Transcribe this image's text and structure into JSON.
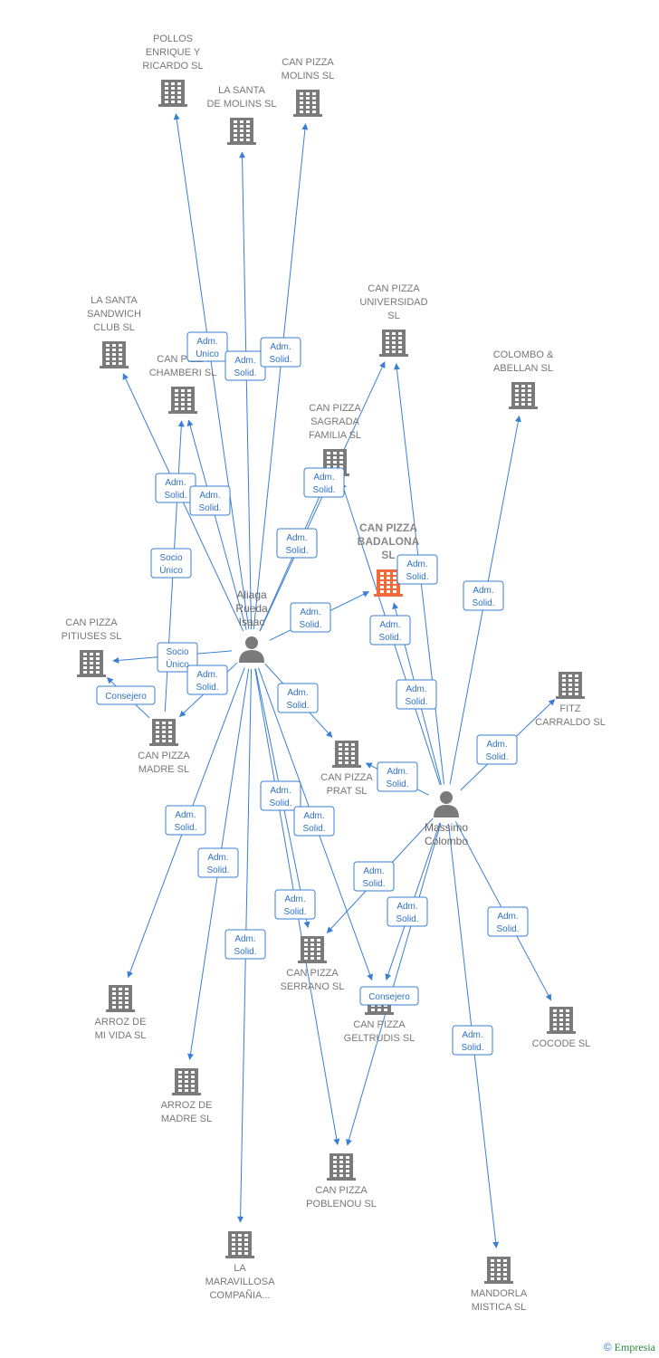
{
  "colors": {
    "edge": "#3a7fd4",
    "building": "#7a7a7a",
    "building_main": "#f26a3a",
    "person": "#7a7a7a"
  },
  "footer": {
    "copyright": "©",
    "brand": "Empresia"
  },
  "nodes": [
    {
      "id": "pollos",
      "kind": "company",
      "lines": [
        "POLLOS",
        "ENRIQUE Y",
        "RICARDO  SL"
      ]
    },
    {
      "id": "santa_molins",
      "kind": "company",
      "lines": [
        "LA SANTA",
        "DE MOLINS  SL"
      ]
    },
    {
      "id": "molins",
      "kind": "company",
      "lines": [
        "CAN PIZZA",
        "MOLINS  SL"
      ]
    },
    {
      "id": "sandwich",
      "kind": "company",
      "lines": [
        "LA SANTA",
        "SANDWICH",
        "CLUB  SL"
      ]
    },
    {
      "id": "chamberi",
      "kind": "company",
      "lines": [
        "CAN PIZZA",
        "CHAMBERI  SL"
      ]
    },
    {
      "id": "universidad",
      "kind": "company",
      "lines": [
        "CAN PIZZA",
        "UNIVERSIDAD",
        "SL"
      ]
    },
    {
      "id": "colombo_abellan",
      "kind": "company",
      "lines": [
        "COLOMBO &",
        "ABELLAN  SL"
      ]
    },
    {
      "id": "sagrada",
      "kind": "company",
      "lines": [
        "CAN PIZZA",
        "SAGRADA",
        "FAMILIA  SL"
      ]
    },
    {
      "id": "badalona",
      "kind": "main",
      "lines": [
        "CAN PIZZA",
        "BADALONA",
        "SL"
      ]
    },
    {
      "id": "aliaga",
      "kind": "person",
      "lines": [
        "Aliaga",
        "Rueda",
        "Isaac"
      ]
    },
    {
      "id": "pitiuses",
      "kind": "company",
      "lines": [
        "CAN PIZZA",
        "PITIUSES  SL"
      ]
    },
    {
      "id": "fitz",
      "kind": "company",
      "lines": [
        "FITZ",
        "CARRALDO  SL"
      ]
    },
    {
      "id": "madre",
      "kind": "company",
      "lines": [
        "CAN PIZZA",
        "MADRE  SL"
      ]
    },
    {
      "id": "prat",
      "kind": "company",
      "lines": [
        "CAN PIZZA",
        "PRAT  SL"
      ]
    },
    {
      "id": "massimo",
      "kind": "person",
      "lines": [
        "Massimo",
        "Colombo"
      ]
    },
    {
      "id": "serrano",
      "kind": "company",
      "lines": [
        "CAN PIZZA",
        "SERRANO  SL"
      ]
    },
    {
      "id": "arroz_vida",
      "kind": "company",
      "lines": [
        "ARROZ DE",
        "MI VIDA  SL"
      ]
    },
    {
      "id": "geltrudis",
      "kind": "company",
      "lines": [
        "CAN PIZZA",
        "GELTRUDIS  SL"
      ]
    },
    {
      "id": "cocode",
      "kind": "company",
      "lines": [
        "COCODE SL"
      ]
    },
    {
      "id": "arroz_madre",
      "kind": "company",
      "lines": [
        "ARROZ DE",
        "MADRE  SL"
      ]
    },
    {
      "id": "poblenou",
      "kind": "company",
      "lines": [
        "CAN PIZZA",
        "POBLENOU  SL"
      ]
    },
    {
      "id": "maravillosa",
      "kind": "company",
      "lines": [
        "LA",
        "MARAVILLOSA",
        "COMPAÑIA..."
      ]
    },
    {
      "id": "mandorla",
      "kind": "company",
      "lines": [
        "MANDORLA",
        "MISTICA  SL"
      ]
    }
  ],
  "relations": [
    {
      "from": "aliaga",
      "to": "pollos",
      "label": [
        "Adm.",
        "Unico"
      ]
    },
    {
      "from": "aliaga",
      "to": "santa_molins",
      "label": [
        "Adm.",
        "Solid."
      ]
    },
    {
      "from": "aliaga",
      "to": "molins",
      "label": [
        "Adm.",
        "Solid."
      ]
    },
    {
      "from": "aliaga",
      "to": "sandwich",
      "label": [
        "Adm.",
        "Solid."
      ]
    },
    {
      "from": "aliaga",
      "to": "chamberi",
      "label": [
        "Adm.",
        "Solid."
      ]
    },
    {
      "from": "madre",
      "to": "chamberi",
      "label": [
        "Socio",
        "Único"
      ]
    },
    {
      "from": "aliaga",
      "to": "sagrada",
      "label": [
        "Adm.",
        "Solid."
      ]
    },
    {
      "from": "aliaga",
      "to": "universidad",
      "label": [
        "Adm.",
        "Solid."
      ]
    },
    {
      "from": "aliaga",
      "to": "badalona",
      "label": [
        "Adm.",
        "Solid."
      ]
    },
    {
      "from": "aliaga",
      "to": "pitiuses",
      "label": [
        "Adm.",
        "Solid."
      ]
    },
    {
      "from": "madre",
      "to": "pitiuses",
      "label": [
        "Socio",
        "Único"
      ]
    },
    {
      "from": "aliaga",
      "to": "madre",
      "label": [
        "Consejero"
      ]
    },
    {
      "from": "aliaga",
      "to": "prat",
      "label": [
        "Adm.",
        "Solid."
      ]
    },
    {
      "from": "aliaga",
      "to": "arroz_vida",
      "label": [
        "Adm.",
        "Solid."
      ]
    },
    {
      "from": "aliaga",
      "to": "arroz_madre",
      "label": [
        "Adm.",
        "Solid."
      ]
    },
    {
      "from": "aliaga",
      "to": "maravillosa",
      "label": [
        "Adm.",
        "Solid."
      ]
    },
    {
      "from": "aliaga",
      "to": "serrano",
      "label": [
        "Adm.",
        "Solid."
      ]
    },
    {
      "from": "aliaga",
      "to": "poblenou",
      "label": [
        "Adm.",
        "Solid."
      ]
    },
    {
      "from": "aliaga",
      "to": "geltrudis",
      "label": [
        "Adm.",
        "Solid."
      ]
    },
    {
      "from": "massimo",
      "to": "universidad",
      "label": [
        "Adm.",
        "Solid."
      ]
    },
    {
      "from": "massimo",
      "to": "badalona",
      "label": [
        "Adm.",
        "Solid."
      ]
    },
    {
      "from": "massimo",
      "to": "colombo_abellan",
      "label": [
        "Adm.",
        "Solid."
      ]
    },
    {
      "from": "massimo",
      "to": "fitz",
      "label": [
        "Adm.",
        "Solid."
      ]
    },
    {
      "from": "massimo",
      "to": "prat",
      "label": [
        "Adm.",
        "Solid."
      ]
    },
    {
      "from": "massimo",
      "to": "serrano",
      "label": [
        "Adm.",
        "Solid."
      ]
    },
    {
      "from": "massimo",
      "to": "geltrudis",
      "label": [
        "Adm.",
        "Solid."
      ]
    },
    {
      "from": "massimo",
      "to": "poblenou",
      "label": [
        "Adm.",
        "Solid."
      ]
    },
    {
      "from": "massimo",
      "to": "cocode",
      "label": [
        "Adm.",
        "Solid."
      ]
    },
    {
      "from": "massimo",
      "to": "mandorla",
      "label": [
        "Consejero"
      ]
    },
    {
      "from": "massimo",
      "to": "sagrada",
      "label": [
        "Adm.",
        "Solid."
      ]
    }
  ]
}
